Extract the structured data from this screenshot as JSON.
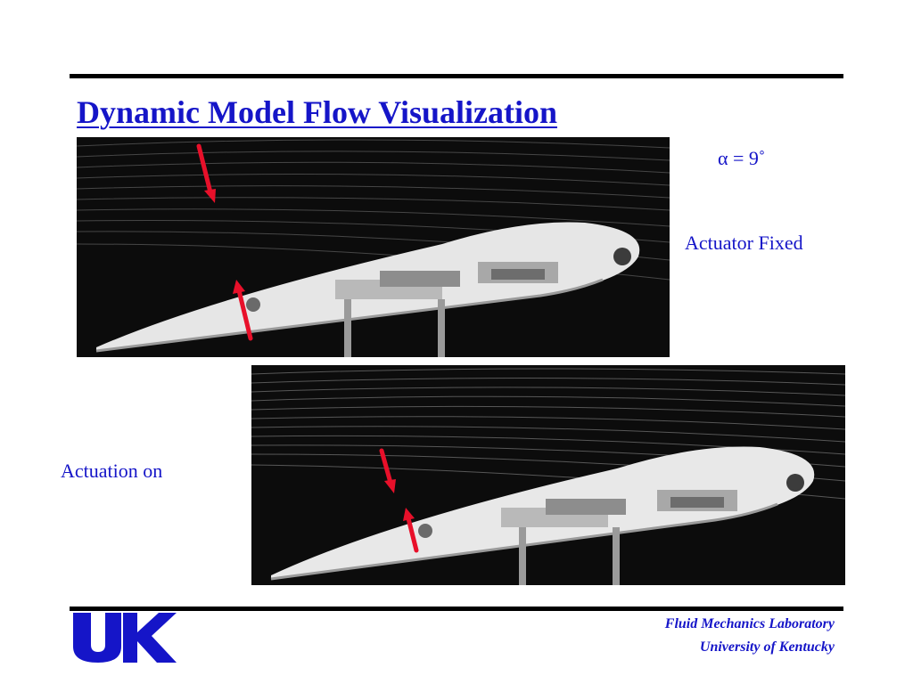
{
  "slide": {
    "title": "Dynamic Model Flow Visualization",
    "alpha_label": "α = 9˚",
    "top_caption": "Actuator Fixed",
    "bottom_caption": "Actuation on"
  },
  "footer": {
    "line1": "Fluid Mechanics Laboratory",
    "line2": "University of Kentucky"
  },
  "logo": {
    "letters": "UK",
    "accent_color": "#1515c8"
  },
  "colors": {
    "title": "#1515c8",
    "arrow": "#e8102a",
    "rule": "#000000"
  }
}
